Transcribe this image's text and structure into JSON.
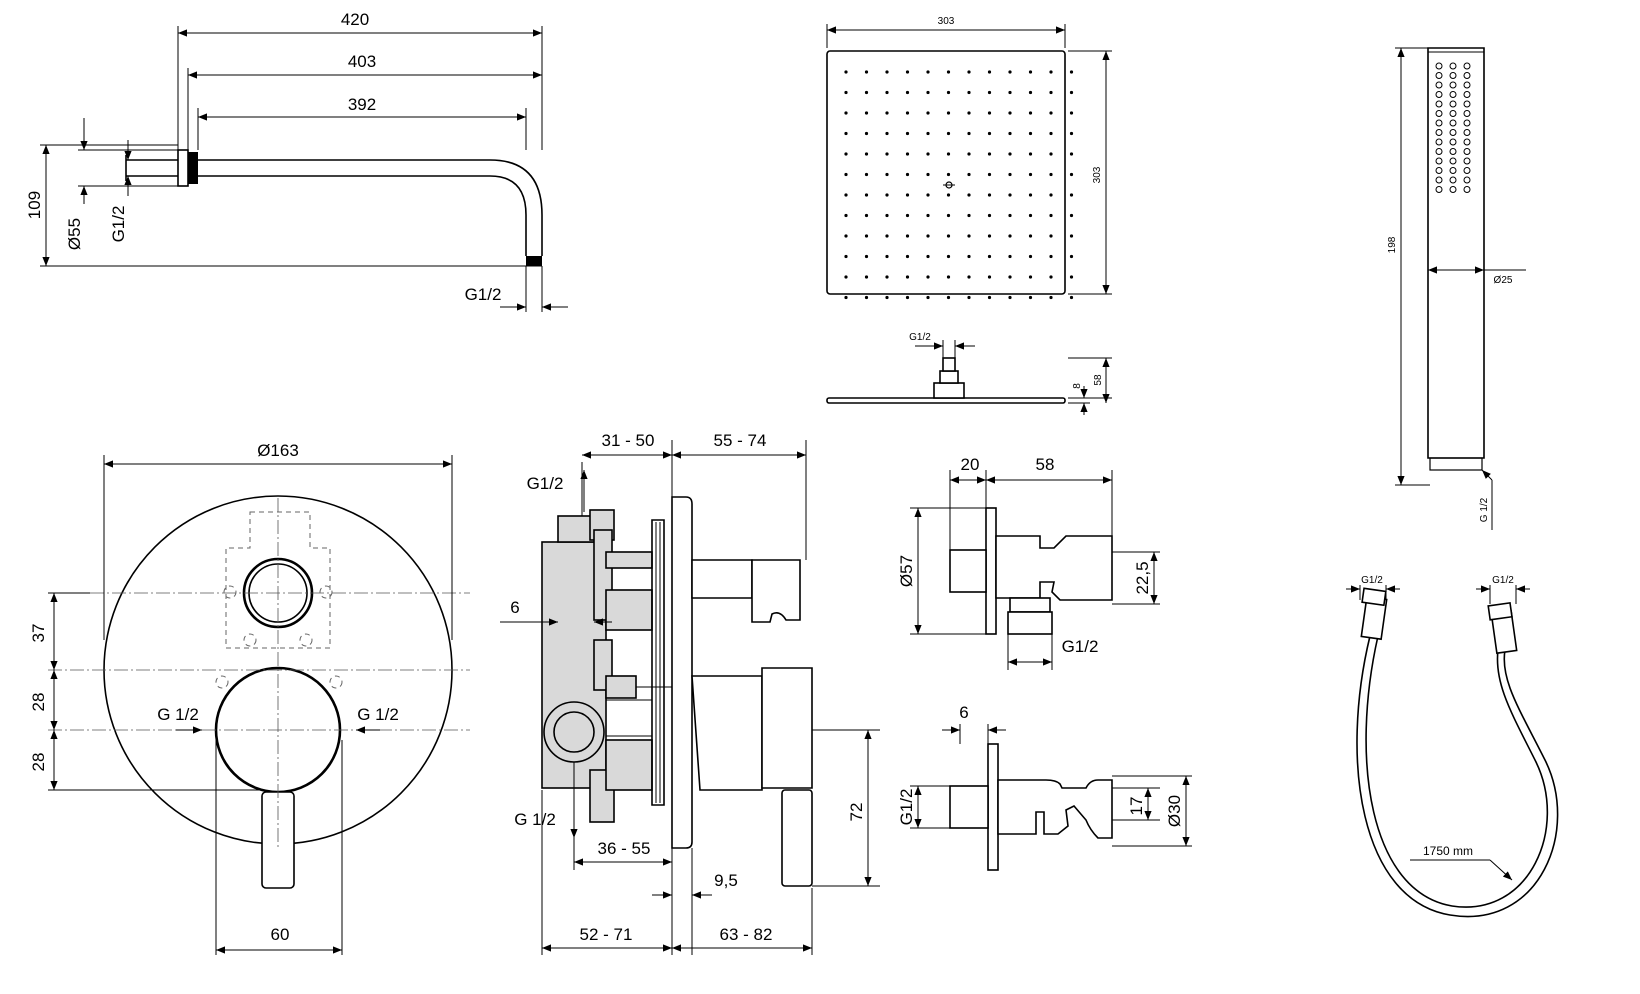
{
  "shower_arm": {
    "dim_length_total": "420",
    "dim_length_mid": "403",
    "dim_length_inner": "392",
    "dim_height": "109",
    "dim_flange_diameter": "Ø55",
    "dim_inlet_thread": "G1/2",
    "dim_outlet_thread": "G1/2"
  },
  "overhead_shower": {
    "dim_width": "303",
    "dim_depth": "303",
    "dim_connection": "G1/2",
    "dim_plate_thickness": "8",
    "dim_total_height": "58"
  },
  "hand_shower": {
    "dim_length": "198",
    "dim_diameter": "Ø25",
    "dim_thread": "G 1/2"
  },
  "mixer_front": {
    "dim_rosette_diameter": "Ø163",
    "dim_upper_offset": "37",
    "dim_mid_offset": "28",
    "dim_lower_offset": "28",
    "dim_handle_width": "60",
    "label_inlet_left": "G 1/2",
    "label_inlet_right": "G 1/2"
  },
  "mixer_side": {
    "dim_top_left": "31 - 50",
    "dim_top_right": "55 - 74",
    "label_outlet_top": "G1/2",
    "label_outlet_bottom": "G 1/2",
    "dim_offset": "6",
    "dim_inner_range": "36 - 55",
    "dim_plate": "9,5",
    "dim_bottom_left": "52 - 71",
    "dim_bottom_right": "63 - 82",
    "dim_lever_height": "72"
  },
  "wall_outlet_bracket": {
    "dim_flange": "20",
    "dim_length": "58",
    "dim_diameter": "Ø57",
    "dim_height": "22,5",
    "dim_thread": "G1/2"
  },
  "wall_holder": {
    "dim_flange": "6",
    "dim_thread": "G1/2",
    "dim_cradle": "17",
    "dim_diameter": "Ø30"
  },
  "hose": {
    "dim_length": "1750 mm",
    "dim_thread_left": "G1/2",
    "dim_thread_right": "G1/2"
  }
}
